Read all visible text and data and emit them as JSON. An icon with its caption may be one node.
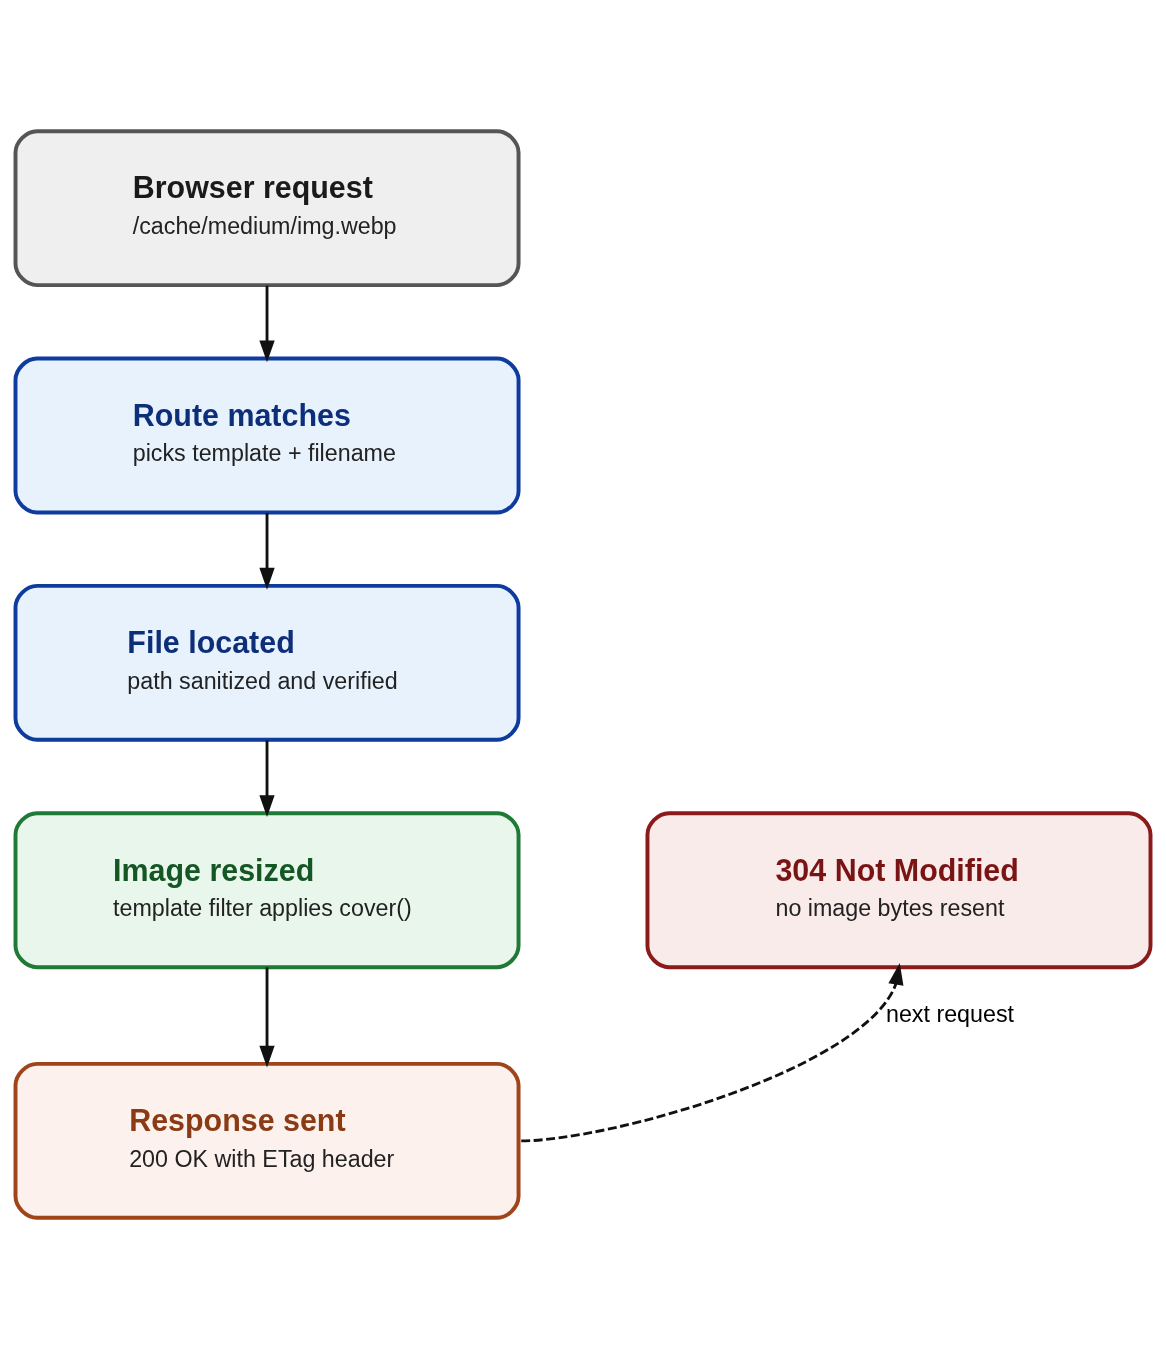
{
  "diagram": {
    "nodes": [
      {
        "text": [
          "Browser request",
          "/cache/medium/img.webp"
        ]
      },
      {
        "text": [
          "Route matches",
          "picks template + filename"
        ]
      },
      {
        "text": [
          "File located",
          "path sanitized and verified"
        ]
      },
      {
        "text": [
          "Image resized",
          "template filter applies cover()"
        ]
      },
      {
        "text": [
          "Response sent",
          "200 OK with ETag header"
        ]
      },
      {
        "text": [
          "304 Not Modified",
          "no image bytes resent"
        ]
      }
    ],
    "edges": [
      {
        "from": 0,
        "to": 1,
        "arrow": "to"
      },
      {
        "from": 1,
        "to": 2,
        "arrow": "to"
      },
      {
        "from": 2,
        "to": 3,
        "arrow": "to"
      },
      {
        "from": 3,
        "to": 4,
        "arrow": "to"
      },
      {
        "from": 4,
        "to": 5,
        "arrow": "to",
        "label": "next request",
        "style": "dashed"
      }
    ]
  }
}
